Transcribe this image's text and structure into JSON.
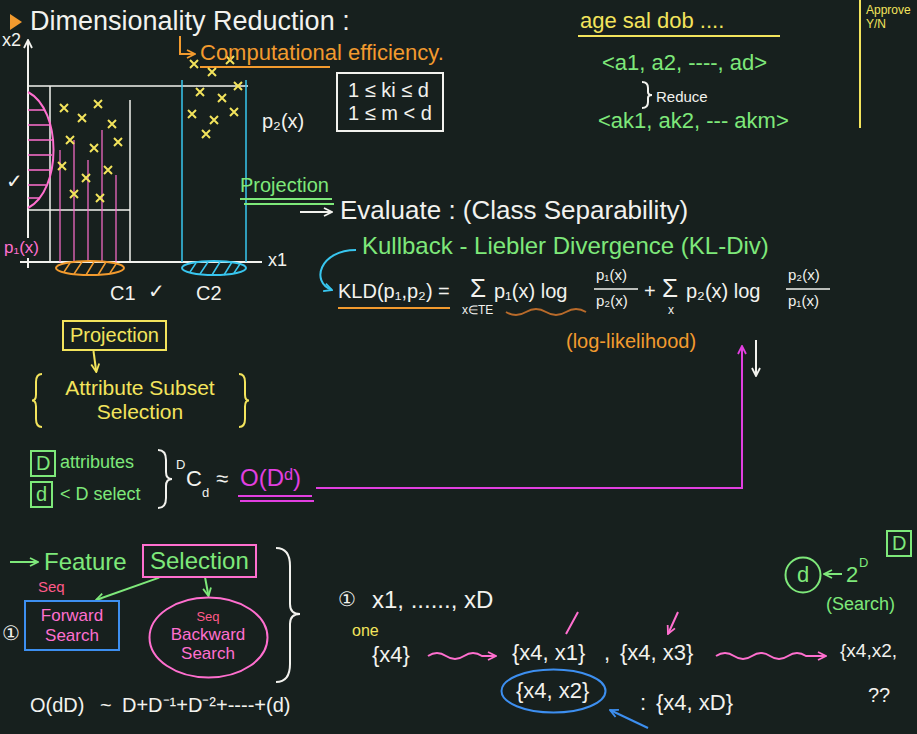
{
  "diagram": {
    "title": "Dimensionality Reduction :",
    "nodes": [
      {
        "text": [
          "1 ≤ ki ≤ d",
          "1 ≤ m < d"
        ]
      },
      {
        "text": [
          "Projection"
        ]
      },
      {
        "text": [
          "Attribute Subset Selection"
        ]
      },
      {
        "text": [
          "D"
        ]
      },
      {
        "text": [
          "d"
        ]
      },
      {
        "text": [
          "Selection"
        ]
      },
      {
        "text": [
          "Forward Search"
        ]
      },
      {
        "text": [
          "Seq",
          "Backward Search"
        ]
      },
      {
        "text": [
          "D"
        ]
      },
      {
        "text": [
          "d"
        ]
      },
      {
        "text": [
          "{x4, x2}"
        ]
      }
    ],
    "edges": [
      {
        "from": 1,
        "to": 2,
        "arrow": "to"
      },
      {
        "from": 5,
        "to": 6,
        "arrow": "to"
      },
      {
        "from": 5,
        "to": 7,
        "arrow": "to"
      }
    ],
    "labels": [
      "Computational efficiency.",
      "age sal dob ....",
      "Approve Y/N",
      "<a1, a2, ----, ad>",
      "Reduce",
      "<ak1, ak2, --- akm>",
      "x2",
      "p₂(x)",
      "✓",
      "Projection",
      "p₁(x)",
      "C1",
      "✓",
      "C2",
      "x1",
      "Evaluate : (Class Separability)",
      "Kullback - Liebler Divergence (KL-Div)",
      "KLD(p₁,p₂) =",
      "Σ",
      "x∈TE",
      "p₁(x) log",
      "p₁(x)",
      "p₂(x)",
      "+",
      "Σ",
      "x",
      "p₂(x) log",
      "p₂(x)",
      "p₁(x)",
      "(log-likelihood)",
      "attributes",
      "< D select",
      "D",
      "C",
      "d",
      "≈",
      "O(Dᵈ)",
      "2",
      "D",
      "(Search)",
      "Feature",
      "Seq",
      "①",
      "O(dD)",
      "~",
      "D+D⁻¹+D⁻²+----+(d)",
      "①",
      "x1, ......, xD",
      "one",
      "{x4}",
      "{x4, x1}",
      ",",
      "{x4, x3}",
      ":",
      "{x4, xD}",
      "{x4,x2,",
      "??"
    ]
  }
}
